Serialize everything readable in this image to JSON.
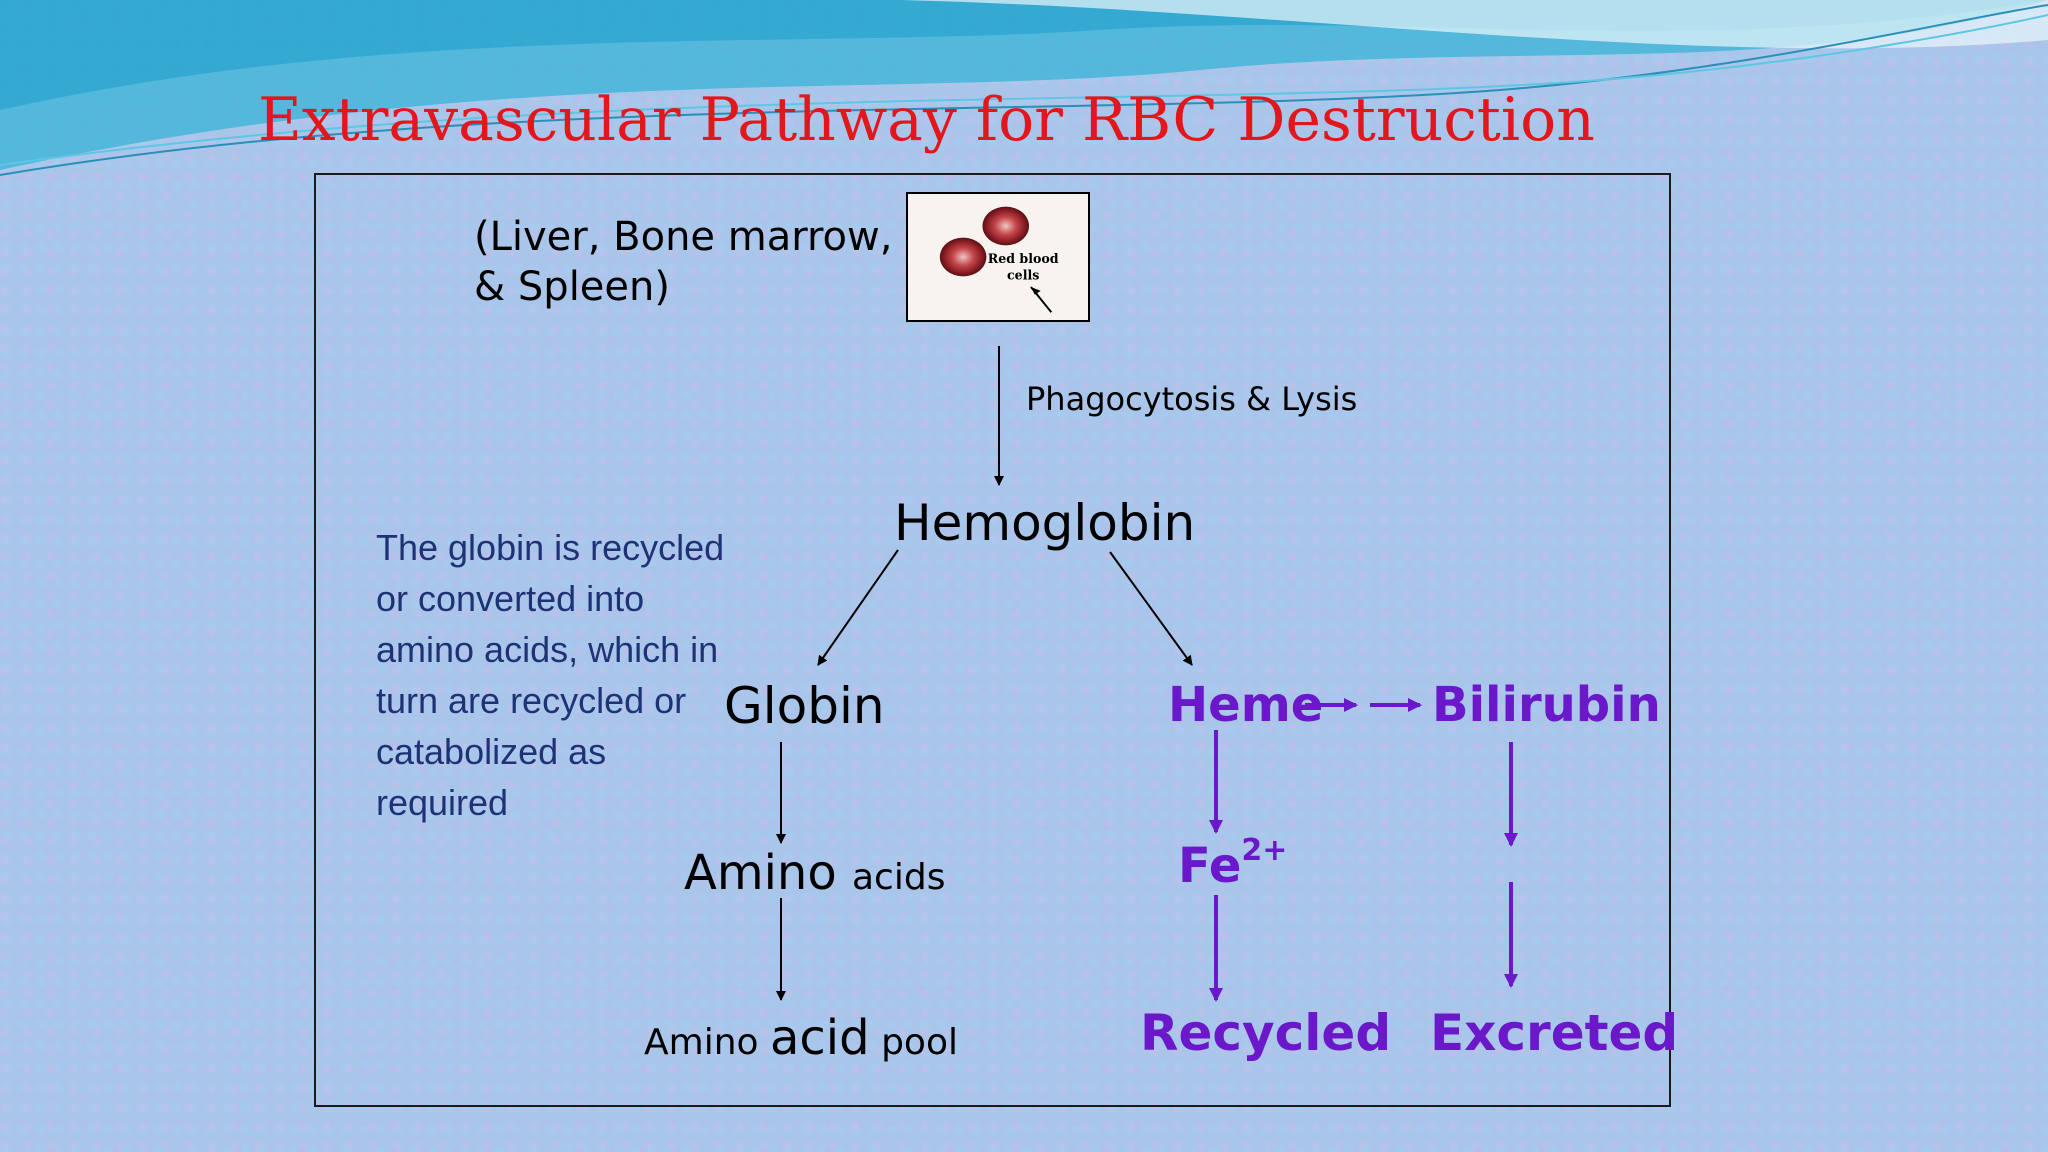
{
  "slide": {
    "title": "Extravascular Pathway for RBC Destruction"
  },
  "diagram": {
    "organs": [
      "(Liver, Bone marrow,",
      "& Spleen)"
    ],
    "rbc_image_label": [
      "Red blood",
      "cells"
    ],
    "phagocytosis_label": "Phagocytosis & Lysis",
    "hemoglobin": "Hemoglobin",
    "globin_description": "The globin is recycled or converted into amino acids, which in turn are recycled or catabolized as required",
    "globin": "Globin",
    "amino_acids": {
      "main": "Amino",
      "small": "acids"
    },
    "amino_acid_pool": {
      "part1": "Amino",
      "part2": "acid",
      "part3": "pool"
    },
    "heme": "Heme",
    "bilirubin": "Bilirubin",
    "iron": {
      "symbol": "Fe",
      "charge": "2+"
    },
    "recycled": "Recycled",
    "excreted": "Excreted"
  },
  "colors": {
    "title": "#e3161c",
    "heme_path": "#6a18c9",
    "globin_description": "#1f3276",
    "background": "#a9c6ea"
  },
  "icons": [
    "red-blood-cell-icon"
  ]
}
